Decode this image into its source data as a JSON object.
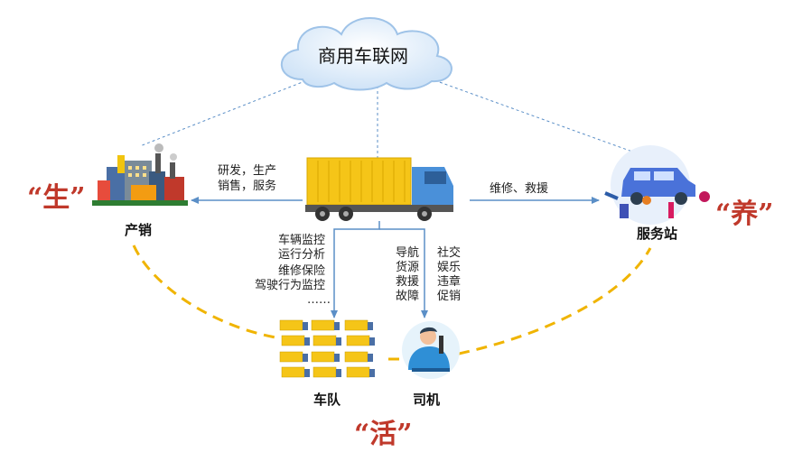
{
  "cloud": {
    "title": "商用车联网"
  },
  "nodes": {
    "production": {
      "label": "产销"
    },
    "service": {
      "label": "服务站"
    },
    "fleet": {
      "label": "车队"
    },
    "driver": {
      "label": "司机"
    }
  },
  "stages": {
    "sheng": "“生”",
    "yang": "“养”",
    "huo": "“活”"
  },
  "edges": {
    "to_production": [
      "研发，生产",
      "销售，服务"
    ],
    "to_service": "维修、救援",
    "to_fleet": [
      "车辆监控",
      "运行分析",
      "维修保险",
      "驾驶行为监控",
      "……"
    ],
    "to_driver_col1": [
      "导航",
      "货源",
      "救援",
      "故障"
    ],
    "to_driver_col2": [
      "社交",
      "娱乐",
      "违章",
      "促销"
    ]
  },
  "colors": {
    "arrow": "#5b8fc7",
    "dashed_loop": "#f0b400",
    "quote": "#c0392b",
    "truck_body": "#f5c518",
    "truck_cab": "#4a90d9"
  }
}
